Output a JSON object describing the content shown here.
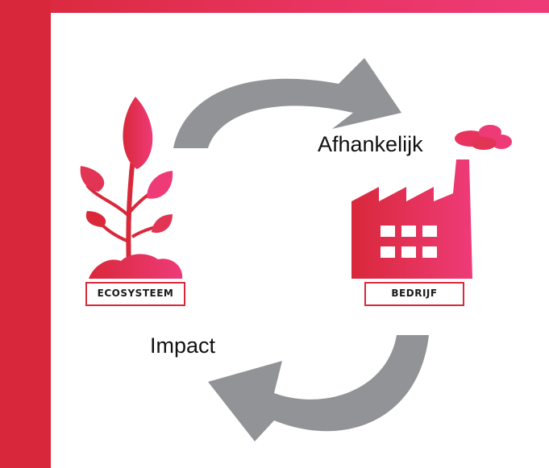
{
  "diagram": {
    "nodes": {
      "ecosystem": {
        "label": "ECOSYSTEEM",
        "icon": "plant-icon"
      },
      "business": {
        "label": "BEDRIJF",
        "icon": "factory-icon"
      }
    },
    "edges": {
      "dependency": {
        "label": "Afhankelijk",
        "from": "ecosystem",
        "to": "business"
      },
      "impact": {
        "label": "Impact",
        "from": "business",
        "to": "ecosystem"
      }
    }
  },
  "colors": {
    "accent": "#d9283a",
    "accent_light": "#ee3b78",
    "arrow": "#929396",
    "text": "#111111"
  }
}
